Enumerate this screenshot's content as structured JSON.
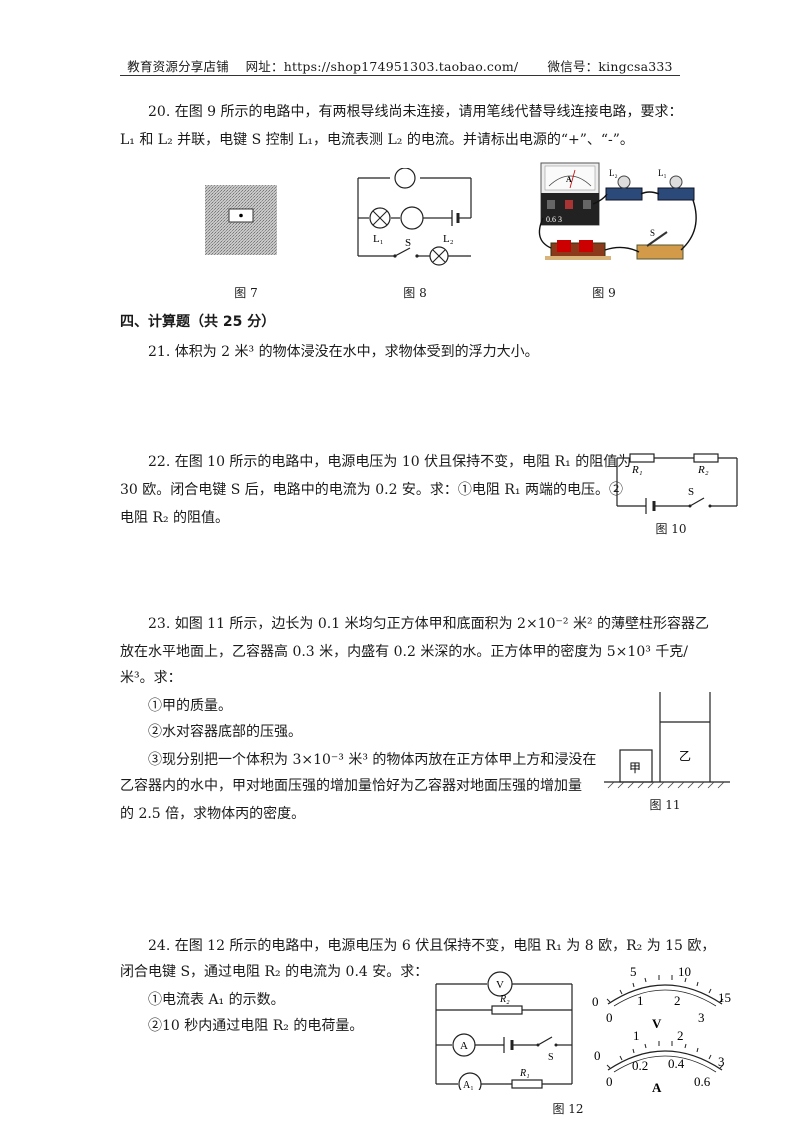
{
  "header": {
    "shop": "教育资源分享店铺",
    "url_label": "网址：",
    "url": "https://shop174951303.taobao.com/",
    "wechat_label": "微信号：",
    "wechat": "kingcsa333"
  },
  "q20": {
    "line1": "20. 在图 9 所示的电路中，有两根导线尚未连接，请用笔线代替导线连接电路，要求：",
    "line2": "L₁ 和 L₂ 并联，电键 S 控制 L₁，电流表测 L₂ 的电流。并请标出电源的“+”、“-”。",
    "captions": [
      "图 7",
      "图 8",
      "图 9"
    ],
    "fig8_labels": {
      "L1": "L₁",
      "L2": "L₂",
      "S": "S"
    },
    "fig9_labels": {
      "A": "A",
      "scale": "0.6  3",
      "L2": "L₂",
      "L1": "L₁",
      "S": "S"
    }
  },
  "section4": {
    "title": "四、计算题（共 25 分）"
  },
  "q21": {
    "text": "21. 体积为 2 米³ 的物体浸没在水中，求物体受到的浮力大小。"
  },
  "q22": {
    "line1": "22. 在图 10 所示的电路中，电源电压为 10 伏且保持不变，电阻 R₁ 的阻值为",
    "line2": "30 欧。闭合电键 S 后，电路中的电流为 0.2 安。求：①电阻 R₁ 两端的电压。②",
    "line3": "电阻 R₂ 的阻值。",
    "caption": "图 10",
    "labels": {
      "R1": "R₁",
      "R2": "R₂",
      "S": "S"
    }
  },
  "q23": {
    "line1": "23. 如图 11 所示，边长为 0.1 米均匀正方体甲和底面积为 2×10⁻² 米² 的薄壁柱形容器乙",
    "line2": "放在水平地面上，乙容器高 0.3 米，内盛有 0.2 米深的水。正方体甲的密度为 5×10³ 千克/",
    "line3": "米³。求：",
    "sub1": "①甲的质量。",
    "sub2": "②水对容器底部的压强。",
    "sub3a": "③现分别把一个体积为 3×10⁻³ 米³ 的物体丙放在正方体甲上方和浸没在",
    "sub3b": "乙容器内的水中，甲对地面压强的增加量恰好为乙容器对地面压强的增加量",
    "sub3c": "的 2.5 倍，求物体丙的密度。",
    "caption": "图 11",
    "labels": {
      "jia": "甲",
      "yi": "乙"
    }
  },
  "q24": {
    "line1": "24. 在图 12 所示的电路中，电源电压为 6 伏且保持不变，电阻 R₁ 为 8 欧，R₂ 为 15 欧，",
    "line2": "闭合电键 S，通过电阻 R₂ 的电流为 0.4 安。求：",
    "sub1": "①电流表 A₁ 的示数。",
    "sub2": "②10 秒内通过电阻 R₂ 的电荷量。",
    "caption": "图 12",
    "circuit_labels": {
      "V": "V",
      "R2": "R₂",
      "A": "A",
      "S": "S",
      "A1": "A₁",
      "R1": "R₁"
    },
    "voltmeter": {
      "unit": "V",
      "outer": [
        "0",
        "5",
        "10",
        "15"
      ],
      "inner": [
        "0",
        "1",
        "2",
        "3"
      ]
    },
    "ammeter": {
      "unit": "A",
      "outer": [
        "0",
        "1",
        "2",
        "3"
      ],
      "inner": [
        "0",
        "0.2",
        "0.4",
        "0.6"
      ]
    }
  }
}
